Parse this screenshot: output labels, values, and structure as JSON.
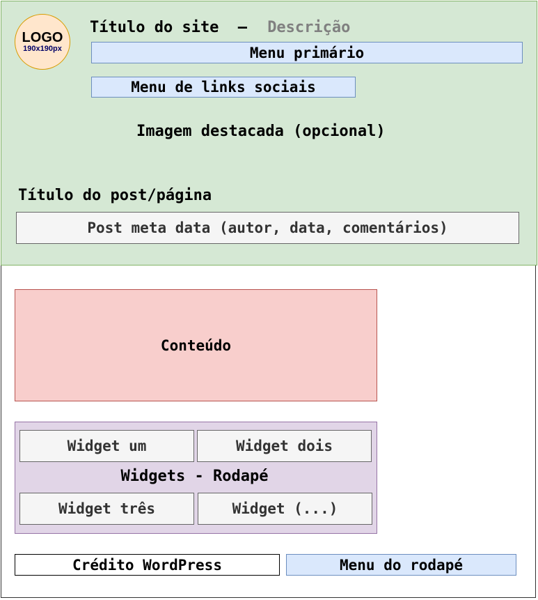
{
  "header": {
    "logo_label": "LOGO",
    "logo_size": "190x190px",
    "site_title": "Título do site",
    "separator": "—",
    "description": "Descrição",
    "primary_menu": "Menu primário",
    "social_menu": "Menu de links sociais",
    "featured_image": "Imagem destacada (opcional)",
    "post_title": "Título do post/página",
    "post_meta": "Post meta data (autor, data, comentários)"
  },
  "content": {
    "label": "Conteúdo"
  },
  "footer_widgets": {
    "label": "Widgets - Rodapé",
    "widgets": [
      "Widget um",
      "Widget dois",
      "Widget três",
      "Widget (...)"
    ]
  },
  "footer": {
    "credit": "Crédito WordPress",
    "menu": "Menu do rodapé"
  },
  "colors": {
    "header_bg": "#d5e8d4",
    "menu_bg": "#dae8fc",
    "content_bg": "#f8cecc",
    "widgets_bg": "#e1d5e7",
    "logo_bg": "#ffe6cc"
  }
}
